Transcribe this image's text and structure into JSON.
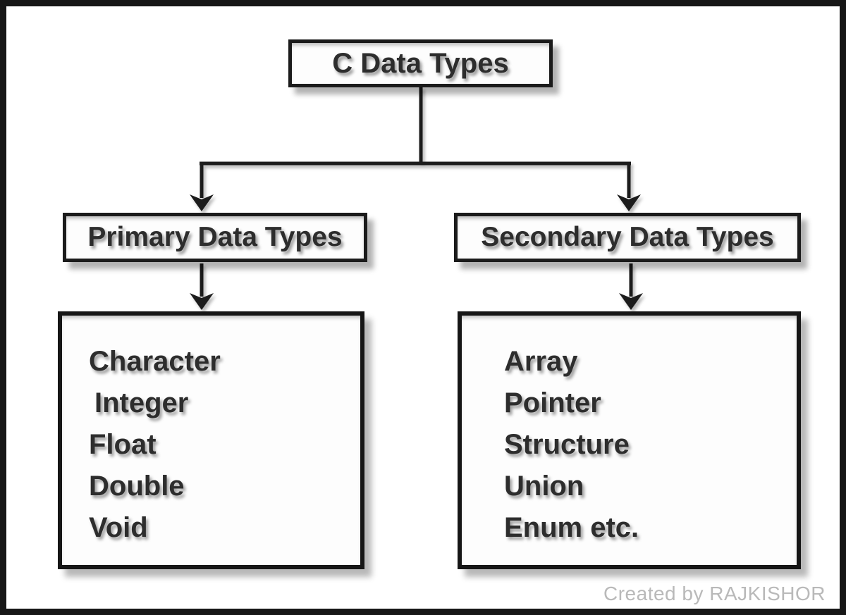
{
  "colors": {
    "line": "#1b1b1b",
    "text": "#2d2d2d",
    "credit_text": "#b9b9b9",
    "background": "#ffffff"
  },
  "diagram": {
    "root_label": "C Data Types",
    "branches": [
      {
        "label": "Primary Data Types",
        "items": [
          "Character",
          "Integer",
          "Float",
          "Double",
          "Void"
        ]
      },
      {
        "label": "Secondary Data Types",
        "items": [
          "Array",
          "Pointer",
          "Structure",
          "Union",
          "Enum etc."
        ]
      }
    ],
    "credit": "Created by RAJKISHOR"
  }
}
